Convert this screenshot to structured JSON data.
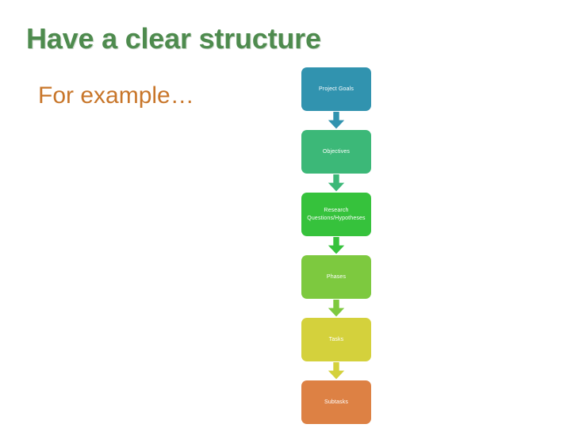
{
  "slide": {
    "title": "Have a clear structure",
    "subtitle": "For example…",
    "title_color": "#4E8B4E",
    "subtitle_color": "#C8762A",
    "background_color": "#FFFFFF"
  },
  "flowchart": {
    "direction": "top-to-bottom",
    "steps": [
      {
        "label": "Project Goals",
        "color": "#3193AF"
      },
      {
        "label": "Objectives",
        "color": "#3CB878"
      },
      {
        "label": "Research\nQuestions/Hypotheses",
        "color": "#36C23C"
      },
      {
        "label": "Phases",
        "color": "#7DC93F"
      },
      {
        "label": "Tasks",
        "color": "#D4D13C"
      },
      {
        "label": "Subtasks",
        "color": "#DD8144"
      }
    ],
    "arrows": [
      {
        "color": "#3193AF",
        "from": "Project Goals",
        "to": "Objectives"
      },
      {
        "color": "#3CB878",
        "from": "Objectives",
        "to": "Research Questions/Hypotheses"
      },
      {
        "color": "#36C23C",
        "from": "Research Questions/Hypotheses",
        "to": "Phases"
      },
      {
        "color": "#7DC93F",
        "from": "Phases",
        "to": "Tasks"
      },
      {
        "color": "#D4D13C",
        "from": "Tasks",
        "to": "Subtasks"
      }
    ]
  }
}
